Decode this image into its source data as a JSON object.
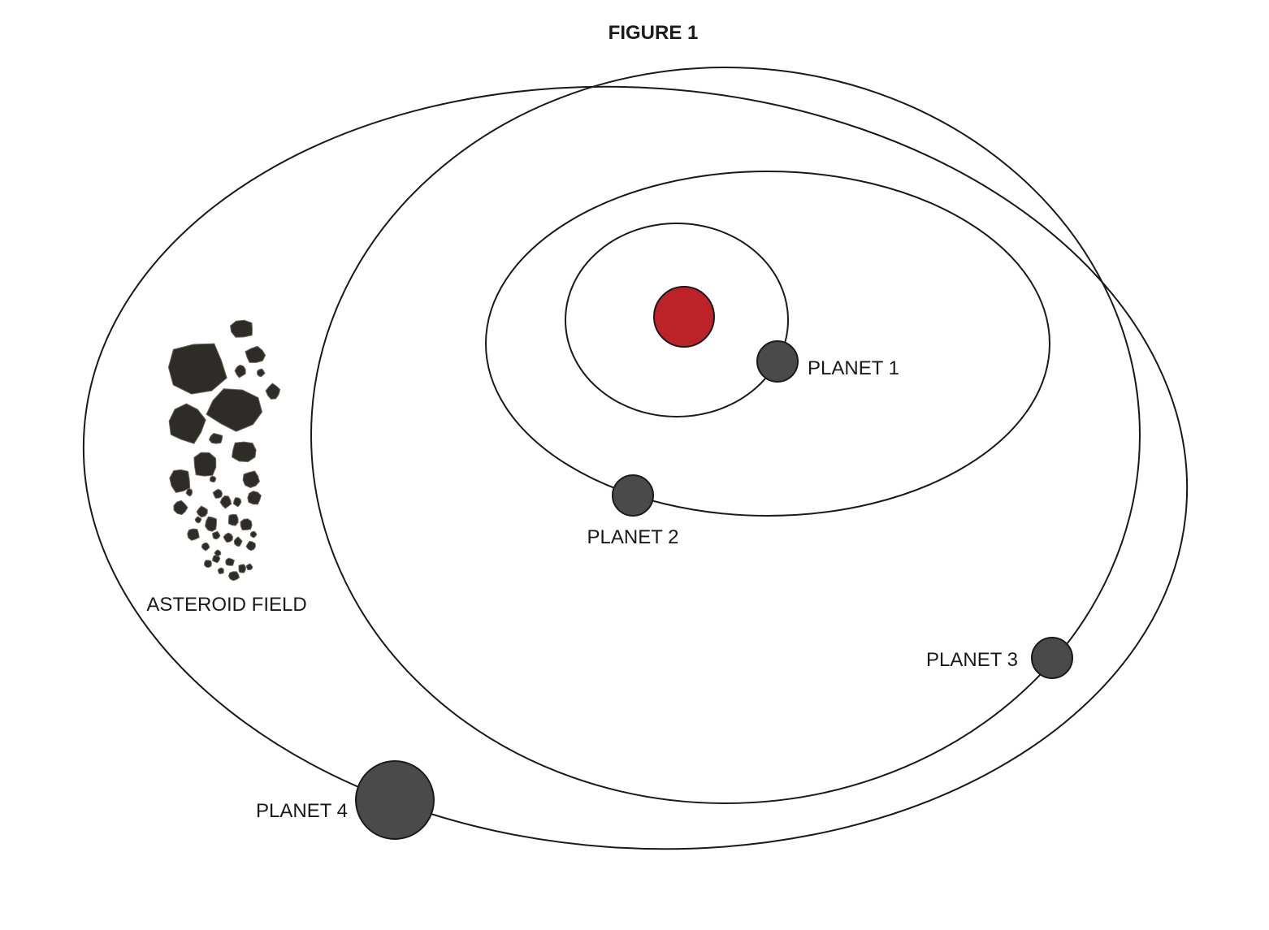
{
  "figure": {
    "title": "FIGURE 1"
  },
  "star": {
    "color": "#bd2229"
  },
  "planet_color": "#4a4a4a",
  "asteroid_color": "#2e2c28",
  "planets": [
    {
      "label": "PLANET 1"
    },
    {
      "label": "PLANET 2"
    },
    {
      "label": "PLANET 3"
    },
    {
      "label": "PLANET 4"
    }
  ],
  "asteroid_field": {
    "label": "ASTEROID FIELD"
  }
}
